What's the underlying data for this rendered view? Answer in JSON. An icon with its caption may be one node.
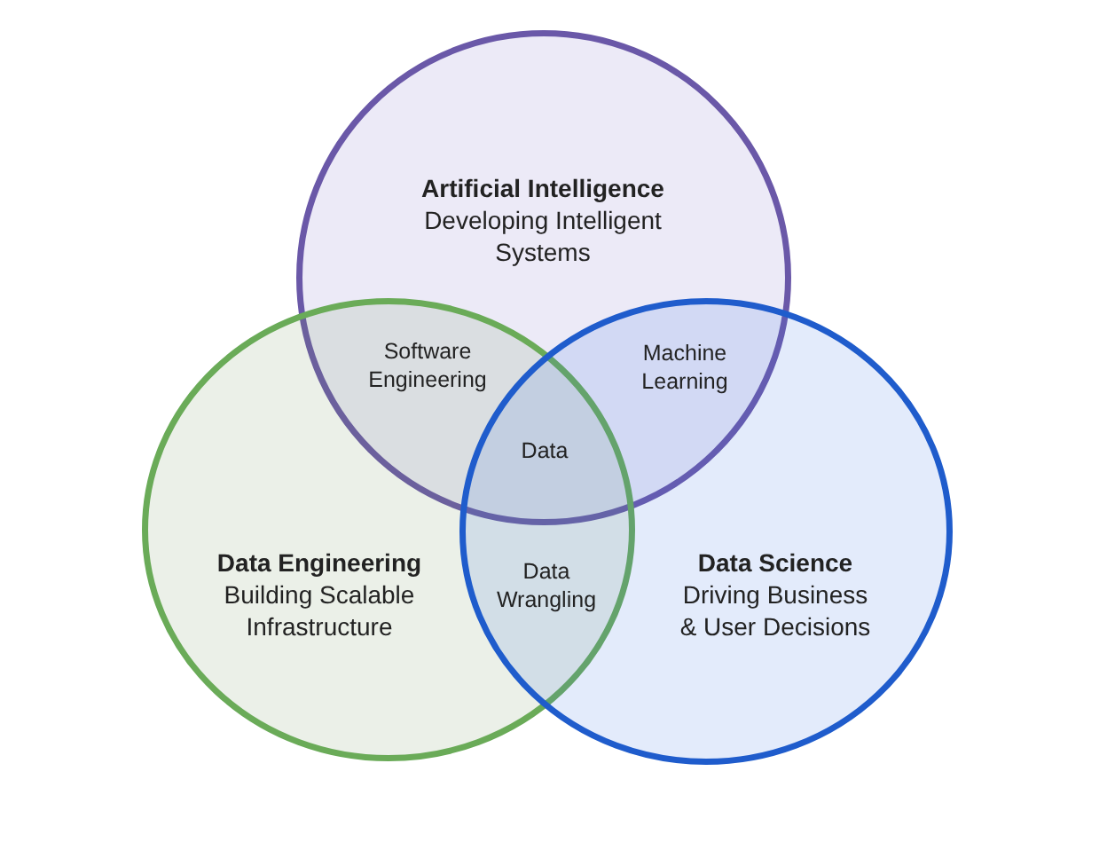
{
  "diagram": {
    "nodes": [
      {
        "text": [
          "Artificial Intelligence",
          "Developing Intelligent Systems"
        ]
      },
      {
        "text": [
          "Data Engineering",
          "Building Scalable Infrastructure"
        ]
      },
      {
        "text": [
          "Data Science",
          "Driving Business & User Decisions"
        ]
      }
    ],
    "labels": [
      "Software Engineering",
      "Machine Learning",
      "Data",
      "Data Wrangling"
    ]
  }
}
